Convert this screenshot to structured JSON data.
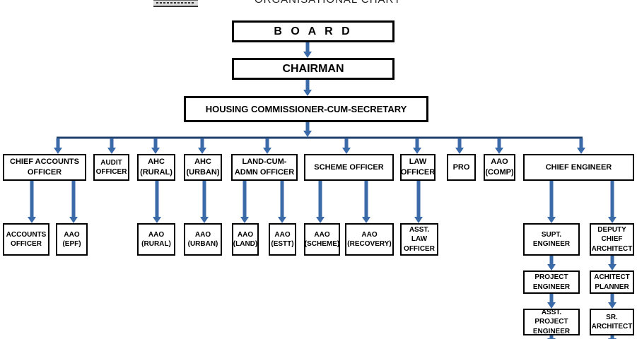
{
  "header": {
    "title_cut": "ORGANISATIONAL CHART",
    "logo": "board-logo-strip"
  },
  "colors": {
    "arrow": "#3b6aa8",
    "line": "#1f3f6d",
    "box_border": "#000000"
  },
  "boxes": {
    "board": "B O A R D",
    "chairman": "CHAIRMAN",
    "hcs": "HOUSING COMMISSIONER-CUM-SECRETARY",
    "cao": "CHIEF ACCOUNTS\nOFFICER",
    "audit": "AUDIT\nOFFICER",
    "ahc_rural": "AHC\n(RURAL)",
    "ahc_urban": "AHC\n(URBAN)",
    "land": "LAND-CUM-\nADMN OFFICER",
    "scheme": "SCHEME OFFICER",
    "law": "LAW\nOFFICER",
    "pro": "PRO",
    "aao_comp": "AAO\n(COMP)",
    "ce": "CHIEF ENGINEER",
    "acc_off": "ACCOUNTS\nOFFICER",
    "aao_epf": "AAO\n(EPF)",
    "aao_rural": "AAO\n(RURAL)",
    "aao_urban": "AAO\n(URBAN)",
    "aao_land": "AAO\n(LAND)",
    "aao_estt": "AAO\n(ESTT)",
    "aao_scheme": "AAO\n(SCHEME)",
    "aao_recovery": "AAO\n(RECOVERY)",
    "asst_law": "ASST.\nLAW\nOFFICER",
    "supt_eng": "SUPT.\nENGINEER",
    "deputy_arch": "DEPUTY\nCHIEF\nARCHITECT",
    "proj_eng": "PROJECT\nENGINEER",
    "arch_planner": "ACHITECT\nPLANNER",
    "asst_proj_eng": "ASST. PROJECT\nENGINEER",
    "sr_arch": "SR.\nARCHITECT"
  }
}
